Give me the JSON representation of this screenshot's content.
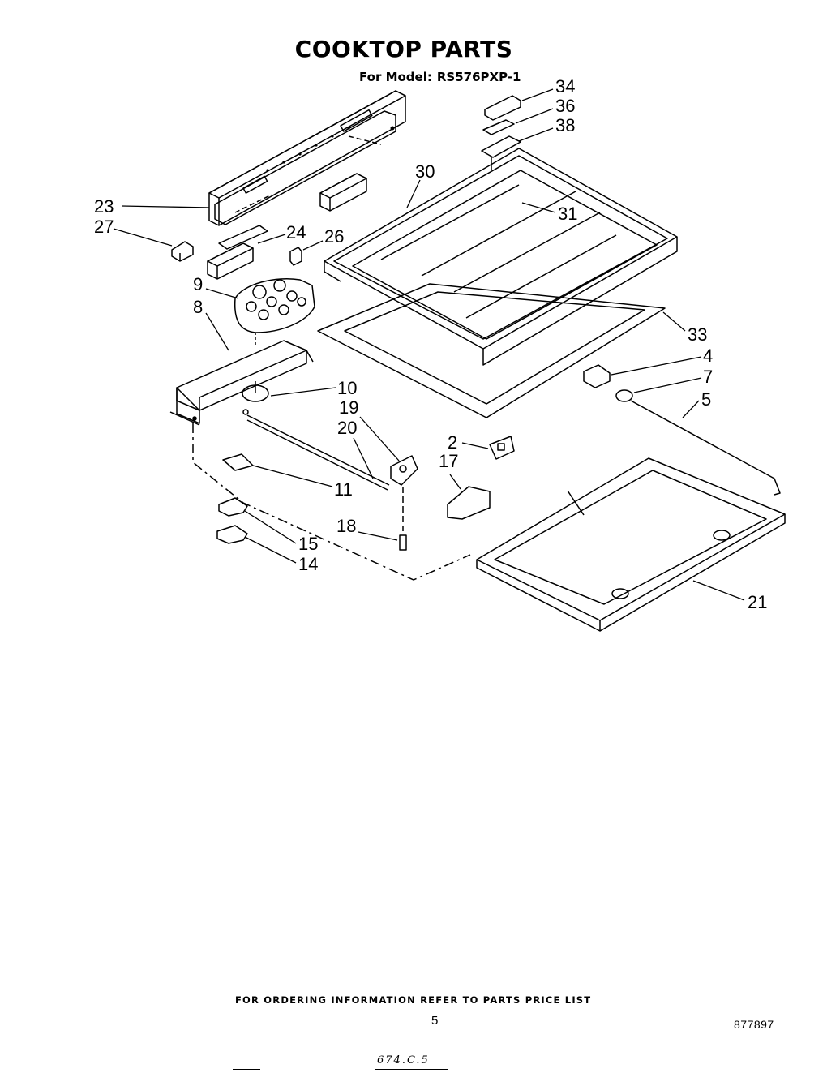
{
  "title": "COOKTOP PARTS",
  "subtitle": {
    "prefix": "For Model:",
    "model": "RS576PXP-1"
  },
  "callouts": {
    "c34": "34",
    "c36": "36",
    "c38": "38",
    "c30": "30",
    "c31": "31",
    "c23": "23",
    "c27": "27",
    "c24": "24",
    "c26": "26",
    "c9": "9",
    "c8": "8",
    "c33": "33",
    "c4": "4",
    "c7": "7",
    "c5": "5",
    "c10": "10",
    "c19": "19",
    "c20": "20",
    "c2": "2",
    "c17": "17",
    "c11": "11",
    "c18": "18",
    "c15": "15",
    "c14": "14",
    "c21": "21"
  },
  "footer": {
    "ordering_note": "FOR ORDERING INFORMATION REFER TO PARTS PRICE LIST",
    "page_number": "5",
    "document_number": "877897",
    "handwritten_note": "674.C.5"
  }
}
